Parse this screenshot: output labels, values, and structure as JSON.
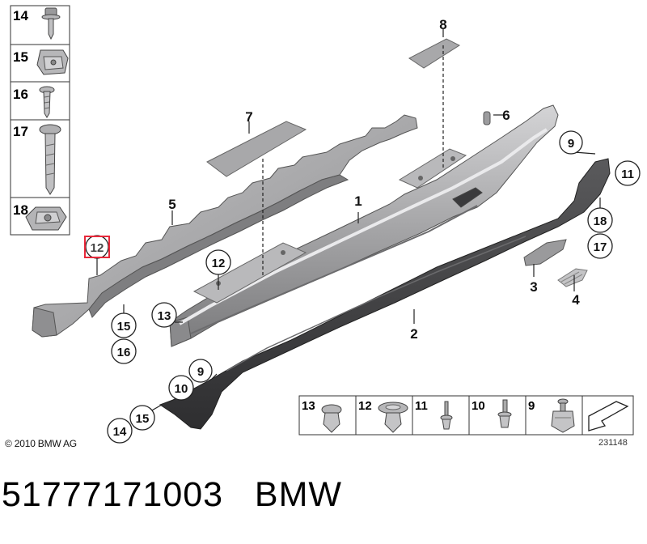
{
  "side_legend": [
    {
      "number": "14",
      "icon": "screw-with-washer-icon"
    },
    {
      "number": "15",
      "icon": "spring-nut-icon"
    },
    {
      "number": "16",
      "icon": "short-screw-icon"
    },
    {
      "number": "17",
      "icon": "long-screw-icon"
    },
    {
      "number": "18",
      "icon": "clip-nut-icon"
    }
  ],
  "highlighted_callout": "12",
  "callouts": {
    "c1": "1",
    "c2": "2",
    "c3": "3",
    "c4": "4",
    "c5": "5",
    "c6": "6",
    "c7": "7",
    "c8": "8",
    "c9a": "9",
    "c9b": "9",
    "c10": "10",
    "c11": "11",
    "c12a": "12",
    "c13": "13",
    "c14": "14",
    "c15a": "15",
    "c15b": "15",
    "c16": "16",
    "c17": "17",
    "c18": "18"
  },
  "bottom_legend": [
    {
      "number": "13",
      "icon": "expanding-rivet-icon"
    },
    {
      "number": "12",
      "icon": "flat-head-clip-icon"
    },
    {
      "number": "11",
      "icon": "push-pin-icon"
    },
    {
      "number": "10",
      "icon": "rivet-icon"
    },
    {
      "number": "9",
      "icon": "clip-with-screw-icon"
    }
  ],
  "colors": {
    "part_grey": "#a9a9ab",
    "trim_dark": "#4a4a4c",
    "highlight": "#e8283a",
    "line": "#222222"
  },
  "copyright": "© 2010 BMW AG",
  "drawing_number": "231148",
  "footer": {
    "part_number": "51777171003",
    "brand": "BMW"
  }
}
